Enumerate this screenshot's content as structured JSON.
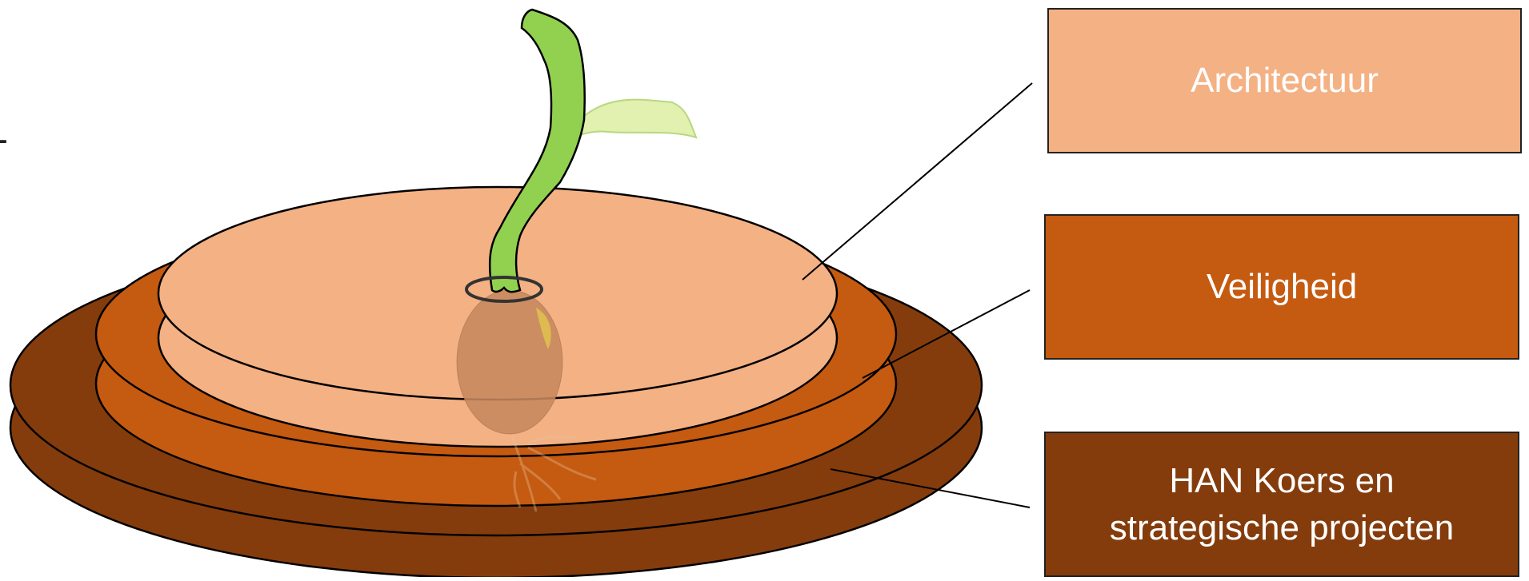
{
  "colors": {
    "architectuur": "#F4B184",
    "veiligheid": "#C55A11",
    "han": "#843C0C",
    "stem": "#92D050",
    "leaf": "#E2F0B0",
    "seed": "#C7875D"
  },
  "labels": {
    "architectuur": "Architectuur",
    "veiligheid": "Veiligheid",
    "han_line1": "HAN Koers en",
    "han_line2": "strategische projecten"
  },
  "left_edge_mark": "-"
}
